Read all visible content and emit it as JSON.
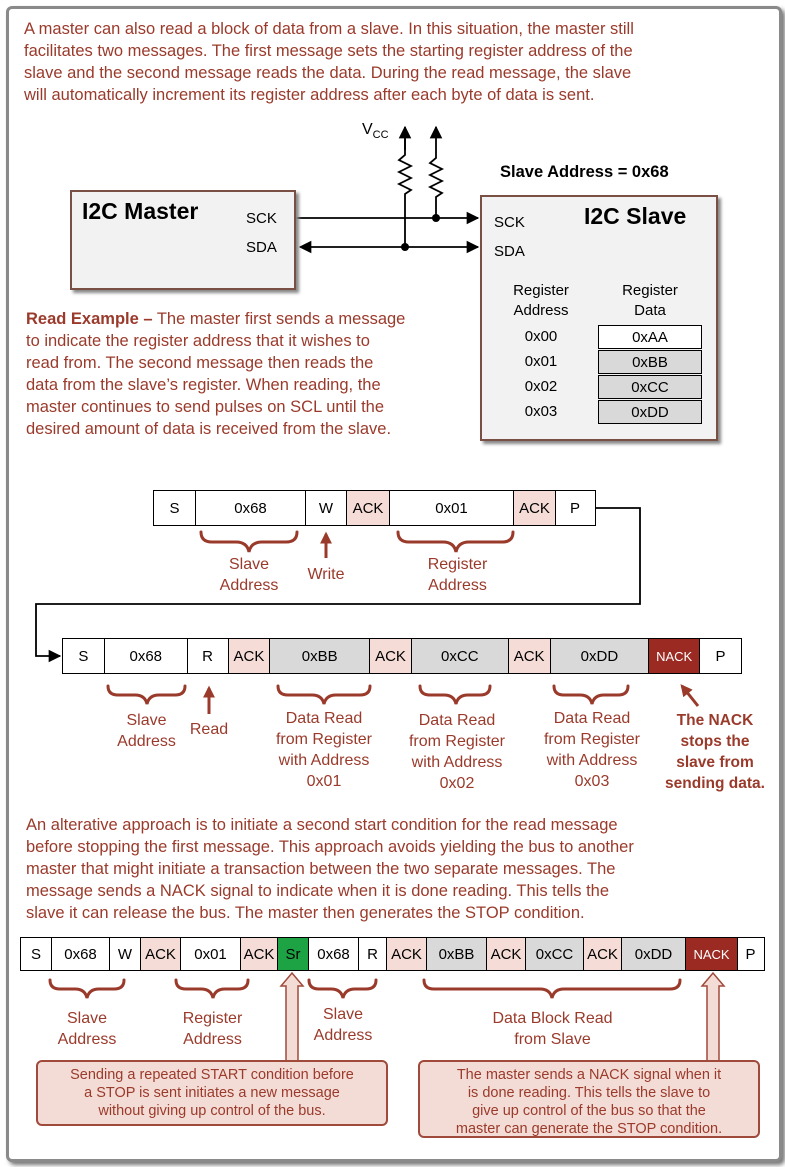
{
  "intro": [
    "A master can also read a block of data from a slave.  In this situation, the master still",
    "facilitates two messages.  The first message sets the starting register address of the",
    "slave and the second message reads the data.  During the read message, the slave",
    "will automatically increment its register address after each byte of data is sent."
  ],
  "vcc": {
    "main": "V",
    "sub": "CC"
  },
  "slave_address_title": "Slave Address = 0x68",
  "master": {
    "title": "I2C Master",
    "sck": "SCK",
    "sda": "SDA"
  },
  "slave": {
    "title": "I2C Slave",
    "sck": "SCK",
    "sda": "SDA",
    "col_address": [
      "Register",
      "Address"
    ],
    "col_data": [
      "Register",
      "Data"
    ],
    "addresses": [
      "0x00",
      "0x01",
      "0x02",
      "0x03"
    ],
    "data": [
      "0xAA",
      "0xBB",
      "0xCC",
      "0xDD"
    ]
  },
  "read_example": {
    "bold": "Read Example –",
    "lines": [
      " The master first sends a message",
      "to indicate the register address that it wishes to",
      "read from.  The second message then reads the",
      "data from the slave’s register.  When reading, the",
      "master continues to send pulses on SCL until the",
      "desired amount of data is received from the slave."
    ]
  },
  "seq1": {
    "cells": [
      "S",
      "0x68",
      "W",
      "ACK",
      "0x01",
      "ACK",
      "P"
    ],
    "labels": {
      "slave_address": [
        "Slave",
        "Address"
      ],
      "write": "Write",
      "register_address": [
        "Register",
        "Address"
      ]
    }
  },
  "seq2": {
    "cells": [
      "S",
      "0x68",
      "R",
      "ACK",
      "0xBB",
      "ACK",
      "0xCC",
      "ACK",
      "0xDD",
      "NACK",
      "P"
    ],
    "labels": {
      "slave_address": [
        "Slave",
        "Address"
      ],
      "read": "Read",
      "data1": [
        "Data Read",
        "from Register",
        "with Address",
        "0x01"
      ],
      "data2": [
        "Data Read",
        "from Register",
        "with Address",
        "0x02"
      ],
      "data3": [
        "Data Read",
        "from Register",
        "with Address",
        "0x03"
      ],
      "nack_note": [
        "The NACK",
        "stops the",
        "slave from",
        "sending data."
      ]
    }
  },
  "alt": [
    "An alterative approach is to initiate a second start condition for the read message",
    "before stopping the first message.  This approach avoids yielding the bus to another",
    "master that might initiate a transaction between the two separate messages.  The",
    "message sends a NACK signal to indicate when it is done reading.  This tells the",
    "slave it can release the bus.  The master then generates the STOP condition."
  ],
  "seq3": {
    "cells": [
      "S",
      "0x68",
      "W",
      "ACK",
      "0x01",
      "ACK",
      "Sr",
      "0x68",
      "R",
      "ACK",
      "0xBB",
      "ACK",
      "0xCC",
      "ACK",
      "0xDD",
      "NACK",
      "P"
    ],
    "labels": {
      "slave_address": [
        "Slave",
        "Address"
      ],
      "register_address": [
        "Register",
        "Address"
      ],
      "slave_address2": [
        "Slave",
        "Address"
      ],
      "data_block": [
        "Data Block Read",
        "from Slave"
      ]
    }
  },
  "callout_left": [
    "Sending a repeated START condition before",
    "a STOP is sent initiates a new message",
    "without giving up control of the bus."
  ],
  "callout_right": [
    "The master sends a NACK signal when it",
    "is done reading.  This tells the slave to",
    "give up control of the bus so that the",
    "master can generate the STOP condition."
  ]
}
